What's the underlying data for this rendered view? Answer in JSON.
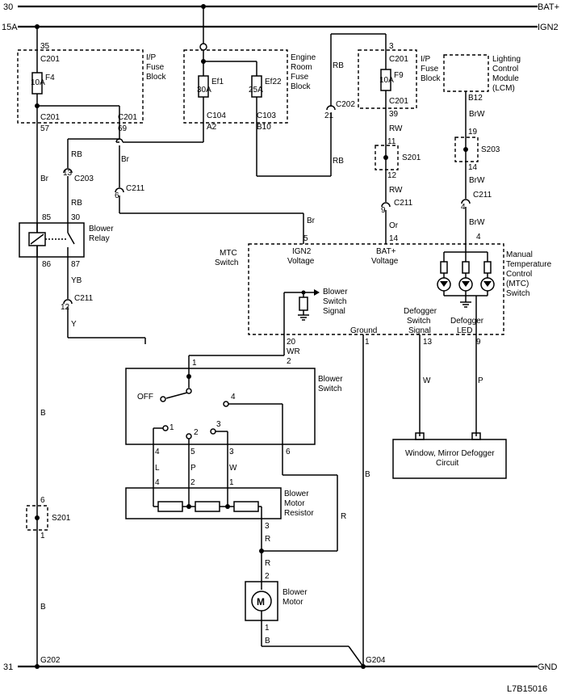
{
  "rails": {
    "bat_plus": "BAT+",
    "ign2": "IGN2",
    "gnd": "GND",
    "num_30": "30",
    "num_15a": "15A",
    "num_31": "31"
  },
  "ip_fuse_left": {
    "label1": "I/P",
    "label2": "Fuse",
    "label3": "Block",
    "fuse_name": "F4",
    "amps": "10A",
    "conn_top": "C201",
    "pin_top": "35",
    "conn_bl": "C201",
    "pin_bl": "57",
    "conn_br": "C201",
    "pin_br": "69"
  },
  "engine_fuse": {
    "label1": "Engine",
    "label2": "Room",
    "label3": "Fuse",
    "label4": "Block",
    "ef1_name": "Ef1",
    "ef1_amps": "30A",
    "ef22_name": "Ef22",
    "ef22_amps": "25A",
    "conn_l": "C104",
    "pin_l": "A2",
    "conn_r": "C103",
    "pin_r": "B10"
  },
  "ip_fuse_right": {
    "label1": "I/P",
    "label2": "Fuse",
    "label3": "Block",
    "fuse_name": "F9",
    "amps": "10A",
    "conn_top": "C201",
    "pin_top": "3",
    "conn_bot": "C201",
    "pin_bot": "39"
  },
  "lcm": {
    "label1": "Lighting",
    "label2": "Control",
    "label3": "Module",
    "label4": "(LCM)",
    "pin": "B12"
  },
  "wires": {
    "rb1": "RB",
    "rb2": "RB",
    "rb3": "RB",
    "rb4": "RB",
    "br1": "Br",
    "br2": "Br",
    "br3": "Br",
    "rw1": "RW",
    "rw2": "RW",
    "brw1": "BrW",
    "brw2": "BrW",
    "brw3": "BrW",
    "yb": "YB",
    "y": "Y",
    "b1": "B",
    "b2": "B",
    "b3": "B",
    "b4": "B",
    "or": "Or",
    "wr": "WR",
    "w1": "W",
    "p1": "P",
    "l": "L",
    "p2": "P",
    "w2": "W",
    "r1": "R",
    "r2": "R",
    "r3": "R"
  },
  "connectors": {
    "c202": "C202",
    "c202_pin": "21",
    "c203": "C203",
    "c203_pin": "13",
    "c211_a": "C211",
    "c211_a_pin": "6",
    "c211_b": "C211",
    "c211_b_pin": "9",
    "c211_c": "C211",
    "c211_c_pin": "4",
    "c211_d": "C211",
    "c211_d_pin": "12"
  },
  "splices": {
    "s201_top": "S201",
    "s201_top_p1": "11",
    "s201_top_p2": "12",
    "s203": "S203",
    "s203_p1": "19",
    "s203_p2": "14",
    "s201_bot": "S201",
    "s201_bot_p1": "6",
    "s201_bot_p2": "1"
  },
  "relay": {
    "label1": "Blower",
    "label2": "Relay",
    "p85": "85",
    "p30": "30",
    "p86": "86",
    "p87": "87"
  },
  "mtc": {
    "sw_label1": "MTC",
    "sw_label2": "Switch",
    "ign2_1": "IGN2",
    "ign2_2": "Voltage",
    "bat_1": "BAT+",
    "bat_2": "Voltage",
    "pin5": "5",
    "pin14": "14",
    "pin4": "4",
    "name1": "Manual",
    "name2": "Temperature",
    "name3": "Control",
    "name4": "(MTC)",
    "name5": "Switch",
    "blower_sig1": "Blower",
    "blower_sig2": "Switch",
    "blower_sig3": "Signal",
    "defog1": "Defogger",
    "defog2": "Switch",
    "defog3": "Signal",
    "led1": "Defogger",
    "led2": "LED",
    "ground": "Ground",
    "pin20": "20",
    "pin2": "2",
    "pin1": "1",
    "pin13": "13",
    "pin9": "9"
  },
  "blower_switch": {
    "label1": "Blower",
    "label2": "Switch",
    "off": "OFF",
    "pin1": "1",
    "pos1": "1",
    "pos2": "2",
    "pos3": "3",
    "pos4": "4",
    "b4": "4",
    "b5": "5",
    "b3": "3",
    "b6": "6"
  },
  "resistor": {
    "label1": "Blower",
    "label2": "Motor",
    "label3": "Resistor",
    "p4": "4",
    "p2": "2",
    "p1": "1",
    "p3": "3"
  },
  "motor": {
    "label1": "Blower",
    "label2": "Motor",
    "symbol": "M",
    "p2": "2",
    "p1": "1"
  },
  "defogger": {
    "label1": "Window, Mirror Defogger",
    "label2": "Circuit"
  },
  "grounds": {
    "g202": "G202",
    "g204": "G204"
  },
  "figure_id": "L7B15016"
}
